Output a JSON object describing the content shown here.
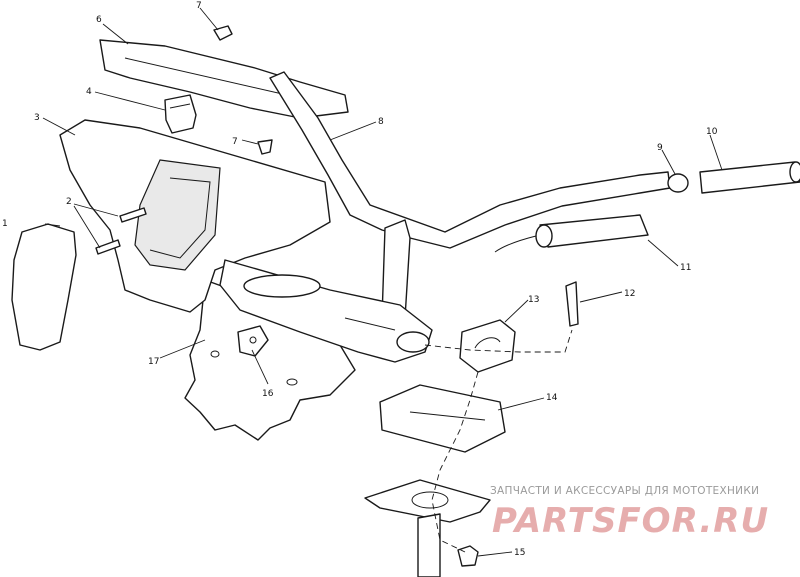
{
  "callouts": [
    {
      "id": "1",
      "text": "1"
    },
    {
      "id": "2",
      "text": "2"
    },
    {
      "id": "3",
      "text": "3"
    },
    {
      "id": "4",
      "text": "4"
    },
    {
      "id": "6",
      "text": "6"
    },
    {
      "id": "7a",
      "text": "7"
    },
    {
      "id": "7b",
      "text": "7"
    },
    {
      "id": "8",
      "text": "8"
    },
    {
      "id": "9",
      "text": "9"
    },
    {
      "id": "10",
      "text": "10"
    },
    {
      "id": "11",
      "text": "11"
    },
    {
      "id": "12",
      "text": "12"
    },
    {
      "id": "13",
      "text": "13"
    },
    {
      "id": "14",
      "text": "14"
    },
    {
      "id": "15",
      "text": "15"
    },
    {
      "id": "16",
      "text": "16"
    },
    {
      "id": "17",
      "text": "17"
    }
  ],
  "watermark": {
    "tagline": "ЗАПЧАСТИ И АКСЕССУАРЫ ДЛЯ МОТОТЕХНИКИ",
    "brand": "PARTSFOR.RU"
  }
}
